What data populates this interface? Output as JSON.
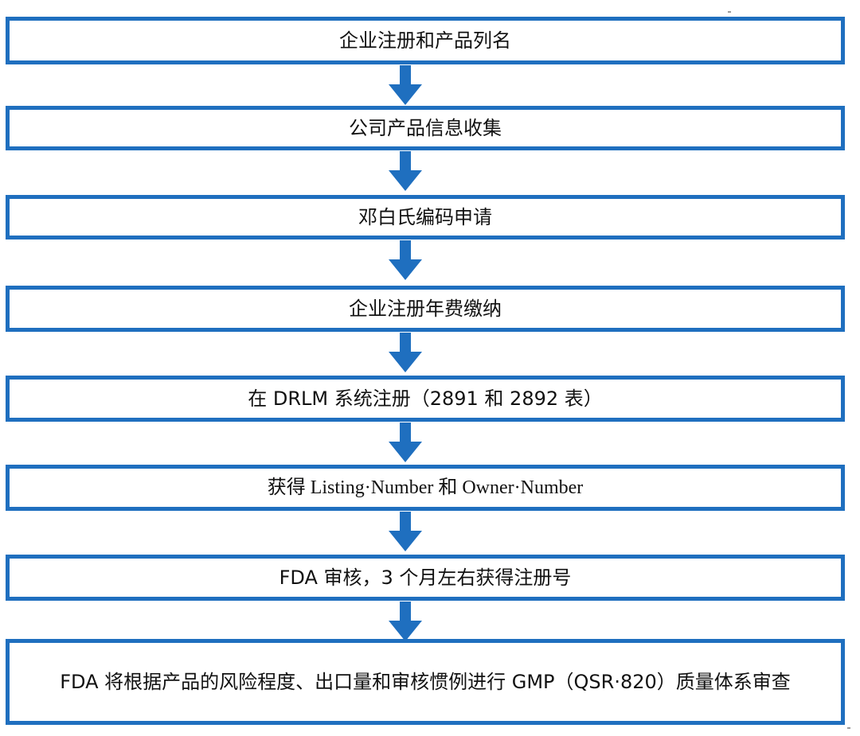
{
  "accent_color": "#1f6fbf",
  "steps": [
    {
      "label": "企业注册和产品列名"
    },
    {
      "label": "公司产品信息收集"
    },
    {
      "label": "邓白氏编码申请"
    },
    {
      "label": "企业注册年费缴纳"
    },
    {
      "label": "在 DRLM 系统注册（2891 和 2892 表）"
    },
    {
      "label": "获得 Listing·Number 和 Owner·Number"
    },
    {
      "label": "FDA 审核，3 个月左右获得注册号"
    },
    {
      "label": "FDA 将根据产品的风险程度、出口量和审核惯例进行 GMP（QSR·820）质量体系审查"
    }
  ],
  "connector_icon": "down-arrow-icon"
}
